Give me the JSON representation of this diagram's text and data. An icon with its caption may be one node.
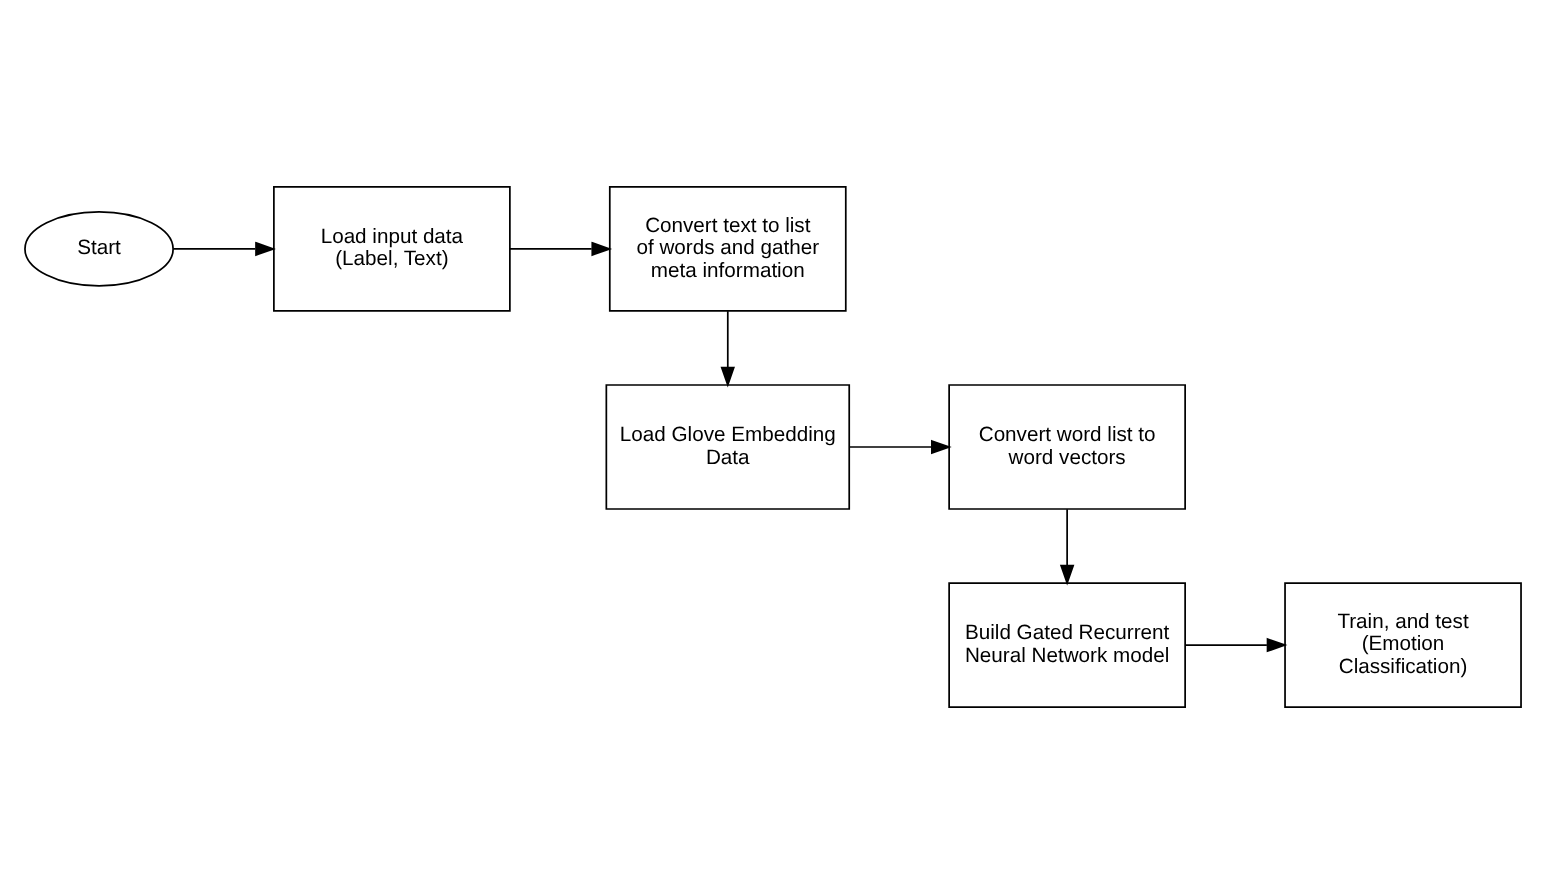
{
  "diagram": {
    "nodes": [
      {
        "text": [
          "Start"
        ]
      },
      {
        "text": [
          "Load input data (Label, Text)"
        ]
      },
      {
        "text": [
          "Convert text to list of words and gather meta information"
        ]
      },
      {
        "text": [
          "Load Glove Embedding Data"
        ]
      },
      {
        "text": [
          "Convert word list to word vectors"
        ]
      },
      {
        "text": [
          "Build Gated Recurrent Neural Network model"
        ]
      },
      {
        "text": [
          "Train, and test (Emotion Classification)"
        ]
      }
    ],
    "edges": [
      {
        "from": 0,
        "to": 1,
        "arrow": "to"
      },
      {
        "from": 1,
        "to": 2,
        "arrow": "to"
      },
      {
        "from": 2,
        "to": 3,
        "arrow": "to"
      },
      {
        "from": 3,
        "to": 4,
        "arrow": "to"
      },
      {
        "from": 4,
        "to": 5,
        "arrow": "to"
      },
      {
        "from": 5,
        "to": 6,
        "arrow": "to"
      }
    ]
  }
}
